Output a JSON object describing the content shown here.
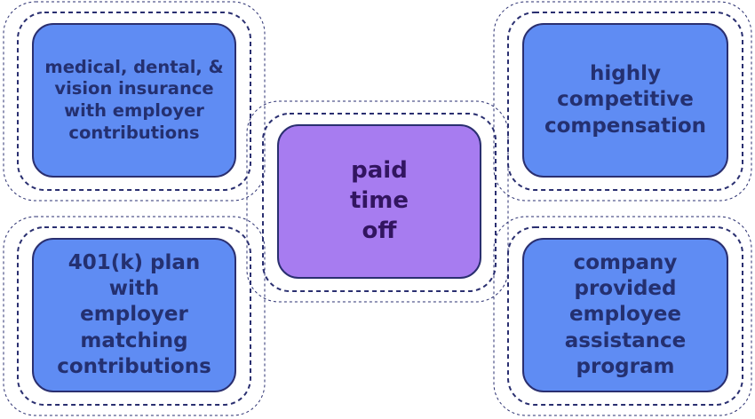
{
  "diagram": {
    "center": {
      "label": "paid\ntime\noff",
      "fill": "#a77cf0",
      "text_color": "#321560"
    },
    "benefits": [
      {
        "id": "medical",
        "label": "medical, dental, &\nvision insurance\nwith employer\ncontributions"
      },
      {
        "id": "compensation",
        "label": "highly\ncompetitive\ncompensation"
      },
      {
        "id": "retirement",
        "label": "401(k) plan with\nemployer\nmatching\ncontributions"
      },
      {
        "id": "eap",
        "label": "company\nprovided\nemployee\nassistance\nprogram"
      }
    ],
    "colors": {
      "box_fill": "#5f8cf3",
      "box_text": "#243070",
      "outline": "#2a2f70"
    }
  }
}
